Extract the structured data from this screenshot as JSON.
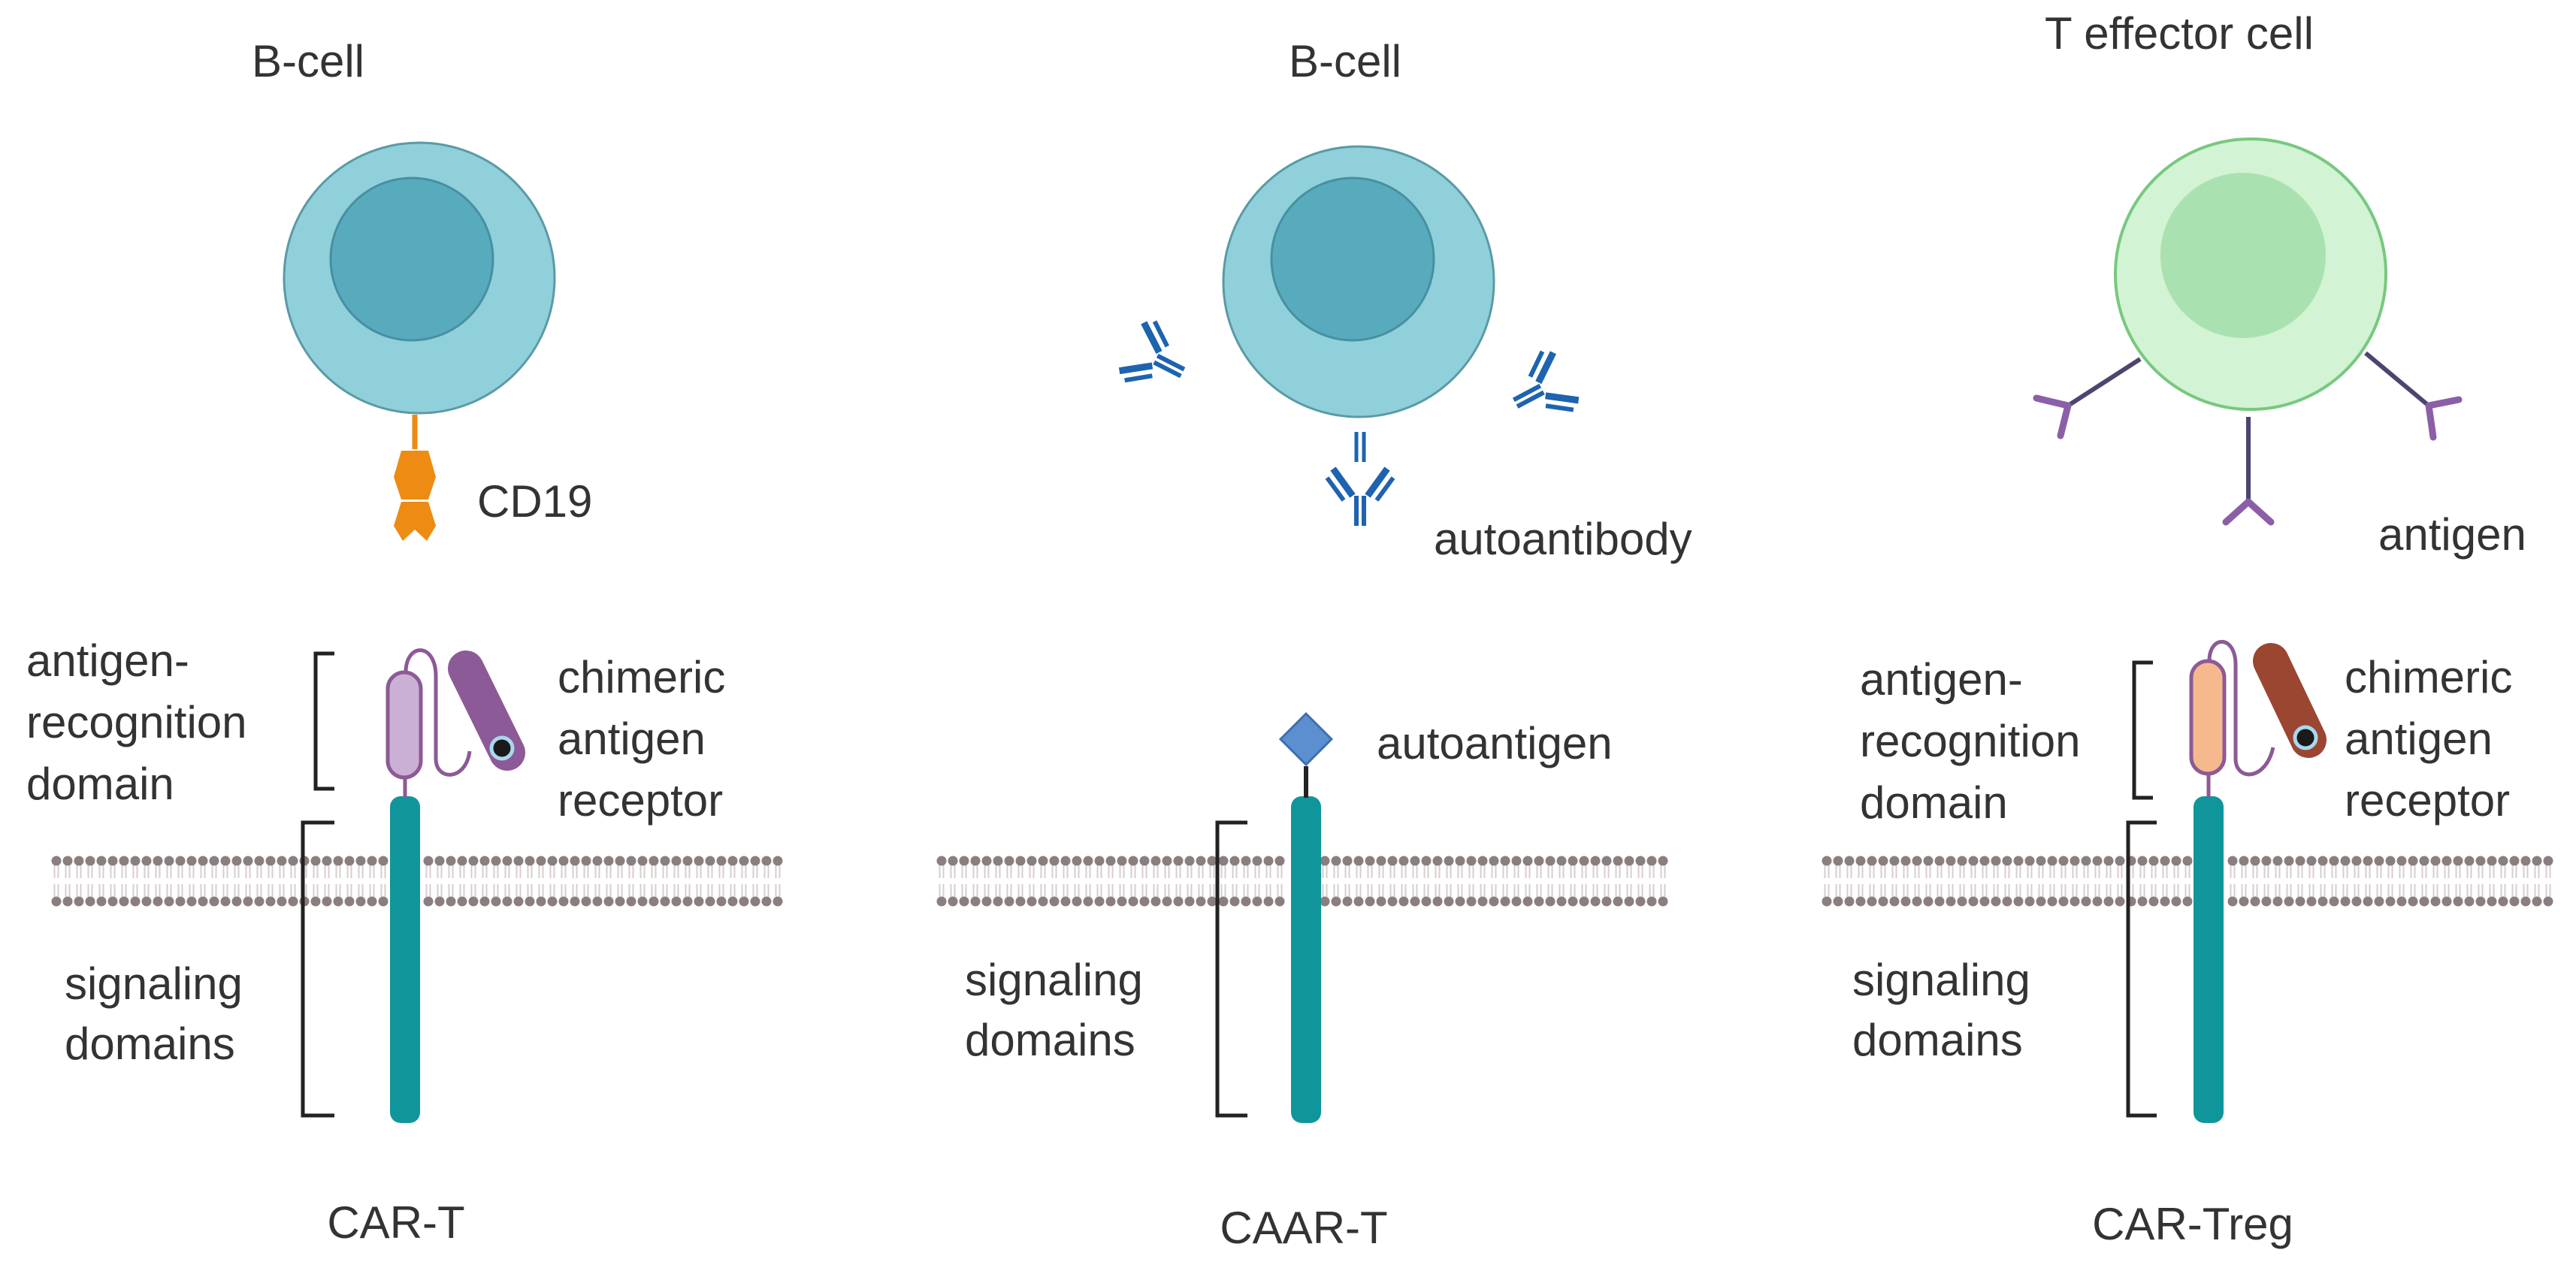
{
  "colors": {
    "b_cell_fill": "#8fd0da",
    "b_cell_nucleus": "#57abbd",
    "t_cell_fill": "#d2f3d4",
    "t_cell_nucleus": "#a9e2b0",
    "membrane_head": "#8a7e7e",
    "receptor_teal": "#10969a",
    "cd19_orange": "#ee8b13",
    "antibody_blue": "#1e63b0",
    "antigen_purple": "#8b5fa8",
    "car_t_scfv": "#cbb0d6",
    "car_t_tail": "#8c5a96",
    "car_treg_scfv": "#f6b98d",
    "car_treg_tail": "#9a4630",
    "autoantigen_blue": "#5b8fd0"
  },
  "panels": [
    {
      "name": "car-t",
      "cell_label": "B-cell",
      "ligand_label": "CD19",
      "recognition_label": [
        "antigen-",
        "recognition",
        "domain"
      ],
      "receptor_label": [
        "chimeric",
        "antigen",
        "receptor"
      ],
      "signaling_label": [
        "signaling",
        "domains"
      ],
      "title": "CAR-T"
    },
    {
      "name": "caar-t",
      "cell_label": "B-cell",
      "ligand_label": "autoantibody",
      "recognition_label": [
        "autoantigen"
      ],
      "signaling_label": [
        "signaling",
        "domains"
      ],
      "title": "CAAR-T"
    },
    {
      "name": "car-treg",
      "cell_label": "T effector cell",
      "ligand_label": "antigen",
      "recognition_label": [
        "antigen-",
        "recognition",
        "domain"
      ],
      "receptor_label": [
        "chimeric",
        "antigen",
        "receptor"
      ],
      "signaling_label": [
        "signaling",
        "domains"
      ],
      "title": "CAR-Treg"
    }
  ]
}
